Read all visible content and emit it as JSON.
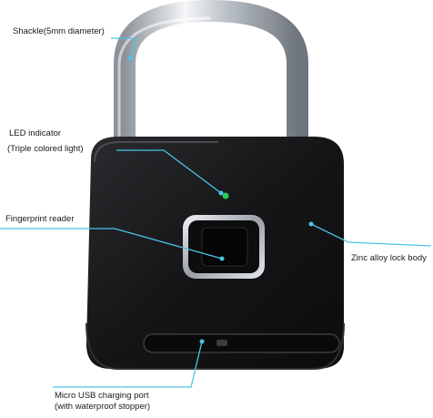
{
  "callouts": {
    "shackle": "Shackle(5mm diameter)",
    "led_title": "LED indicator",
    "led_subtitle": "(Triple colored light)",
    "fingerprint": "Fingerprint reader",
    "zinc": "Zinc alloy lock body",
    "usb_line1": "Micro USB charging port",
    "usb_line2": "(with waterproof stopper)"
  },
  "colors": {
    "callout_line": "#4cc3e8",
    "lock_body": "#1b1b1d",
    "shackle": "#c8ccd2",
    "led": "#2ecc57"
  }
}
